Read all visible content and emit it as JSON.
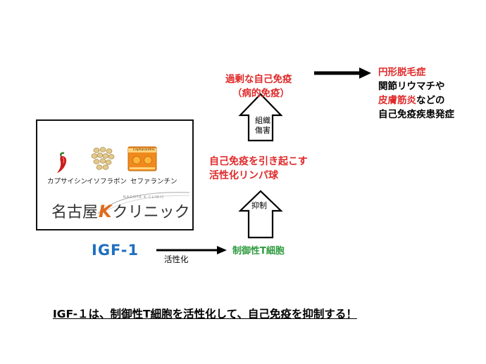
{
  "image_box": {
    "items": [
      {
        "label": "カプサイシン",
        "icon": "chili-pepper-icon"
      },
      {
        "label": "イソフラボン",
        "icon": "soybeans-icon"
      },
      {
        "label": "セファランチン",
        "icon": "tablet-pack-icon"
      }
    ],
    "pack_text": "Cepharanthin",
    "clinic": {
      "name_before": "名古屋",
      "name_k": "K",
      "name_after": "クリニック",
      "subtitle": "NAGOYA K CLINIC"
    }
  },
  "igf": {
    "label": "IGF-1",
    "arrow_label": "活性化"
  },
  "treg": {
    "label": "制御性T細胞"
  },
  "suppress": {
    "label": "抑制"
  },
  "lymphocyte": {
    "line1": "自己免疫を引き起こす",
    "line2": "活性化リンパ球"
  },
  "tissue_damage": {
    "line1": "組織",
    "line2": "傷害"
  },
  "excess_immunity": {
    "line1": "過剰な自己免疫",
    "line2": "（病的免疫）"
  },
  "result": {
    "line1": "円形脱毛症",
    "line2": "関節リウマチや",
    "line3_red": "皮膚筋炎",
    "line3_rest": "などの",
    "line4": "自己免疫疾患発症"
  },
  "conclusion": "IGF-１は、制御性T細胞を活性化して、自己免疫を抑制する！",
  "colors": {
    "red": "#e02a2a",
    "green": "#2e9b3e",
    "blue": "#1f6fbf",
    "orange": "#e06a1a"
  }
}
